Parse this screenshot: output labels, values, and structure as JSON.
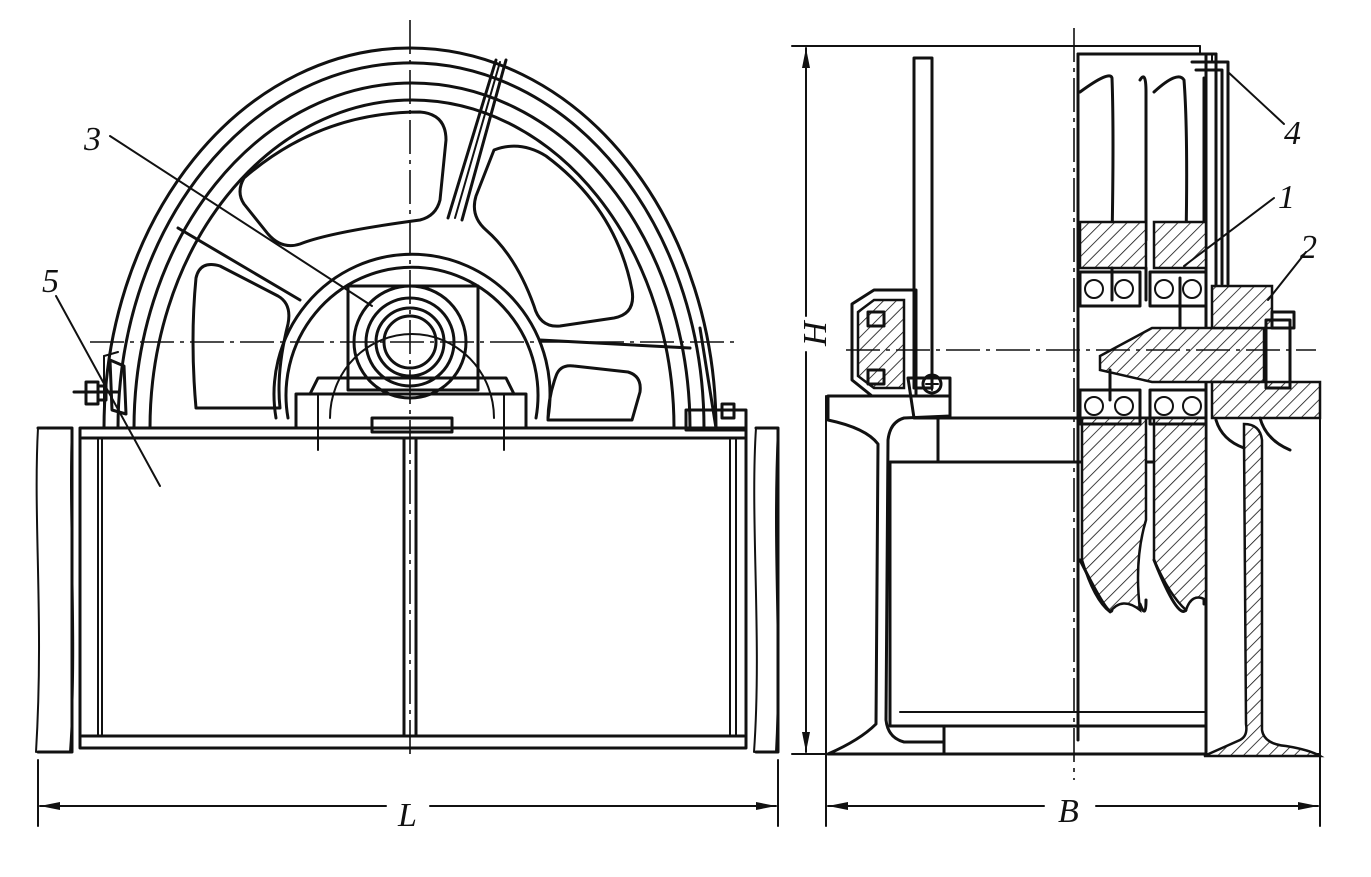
{
  "callouts": {
    "c1": "1",
    "c2": "2",
    "c3": "3",
    "c4": "4",
    "c5": "5"
  },
  "dimensions": {
    "length": "L",
    "width": "B",
    "height": "H"
  }
}
